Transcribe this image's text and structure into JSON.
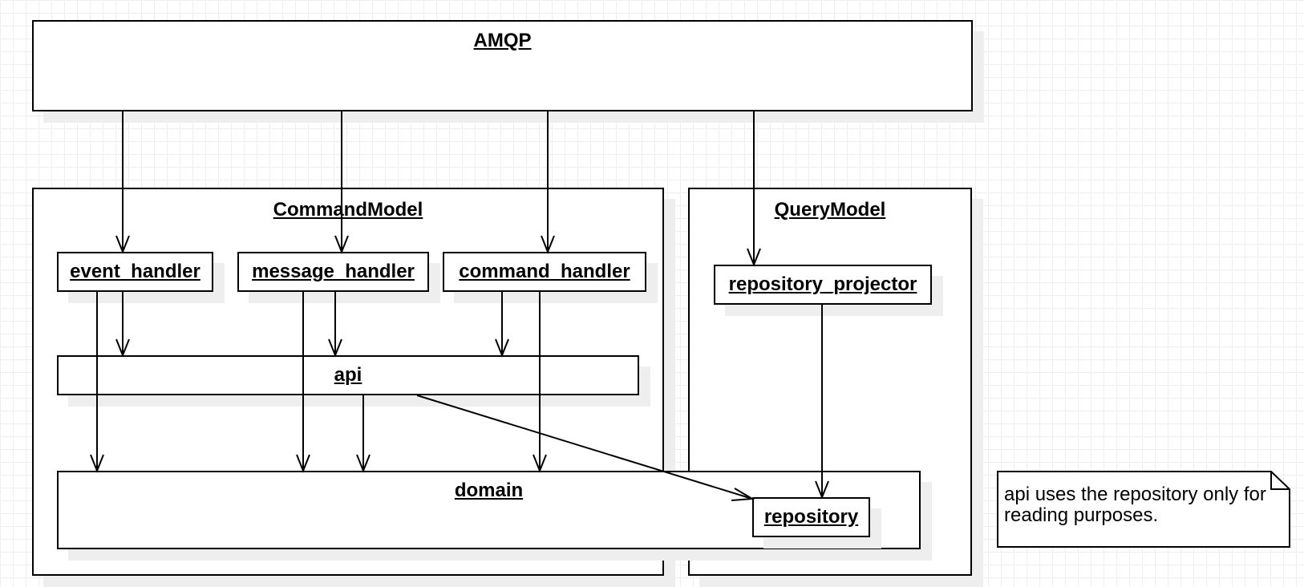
{
  "diagram": {
    "amqp": {
      "label": "AMQP"
    },
    "command_model": {
      "label": "CommandModel"
    },
    "query_model": {
      "label": "QueryModel"
    },
    "event_handler": {
      "label": "event_handler"
    },
    "message_handler": {
      "label": "message_handler"
    },
    "command_handler": {
      "label": "command_handler"
    },
    "api": {
      "label": "api"
    },
    "domain": {
      "label": "domain"
    },
    "repository_projector": {
      "label": "repository_projector"
    },
    "repository": {
      "label": "repository"
    },
    "note": {
      "text": "api uses the repository only for reading purposes."
    }
  }
}
